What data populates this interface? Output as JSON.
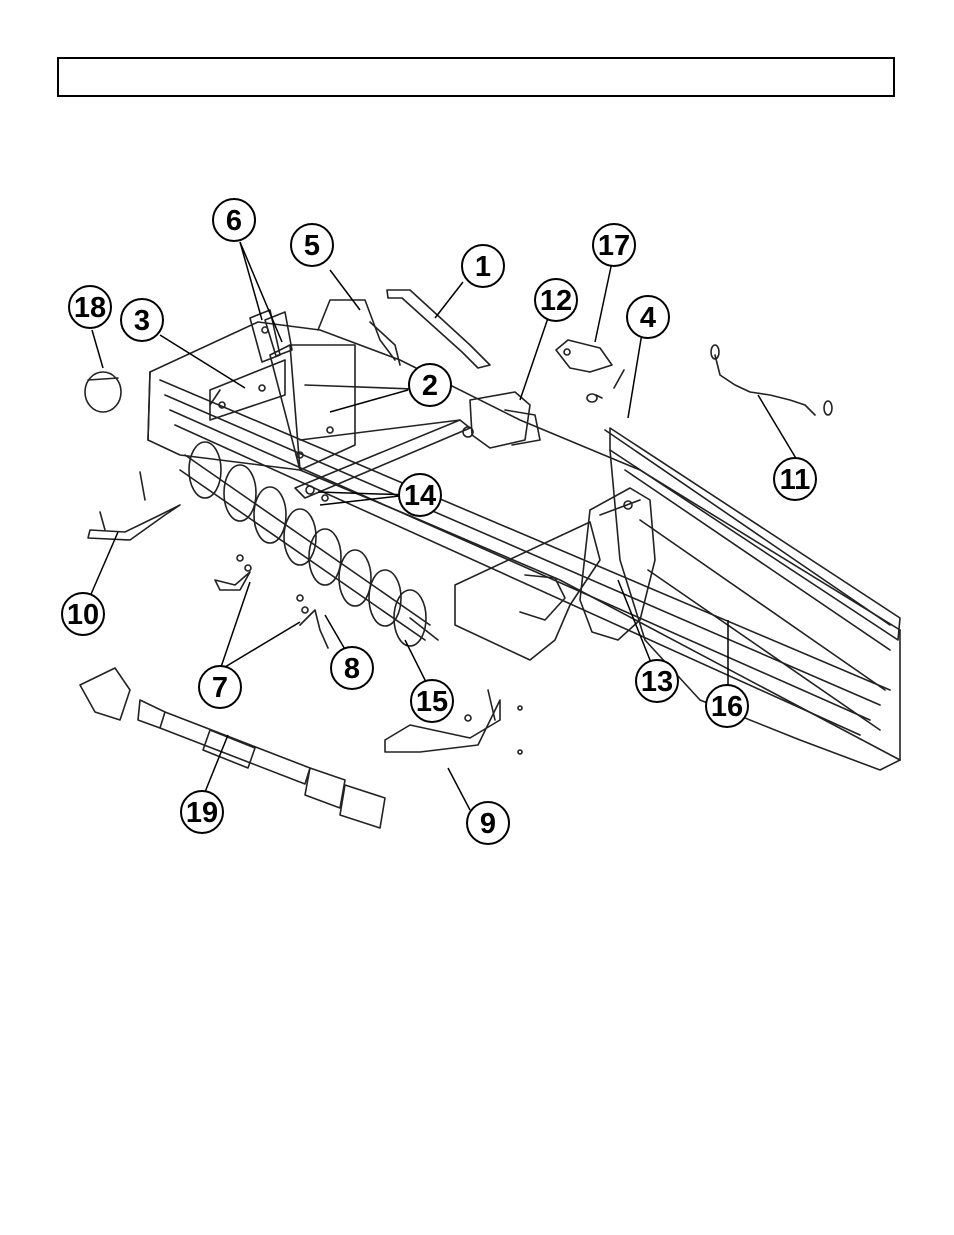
{
  "header": {
    "title": ""
  },
  "callouts": [
    {
      "id": "1",
      "label": "1"
    },
    {
      "id": "2",
      "label": "2"
    },
    {
      "id": "3",
      "label": "3"
    },
    {
      "id": "4",
      "label": "4"
    },
    {
      "id": "5",
      "label": "5"
    },
    {
      "id": "6",
      "label": "6"
    },
    {
      "id": "7",
      "label": "7"
    },
    {
      "id": "8",
      "label": "8"
    },
    {
      "id": "9",
      "label": "9"
    },
    {
      "id": "10",
      "label": "10"
    },
    {
      "id": "11",
      "label": "11"
    },
    {
      "id": "12",
      "label": "12"
    },
    {
      "id": "13",
      "label": "13"
    },
    {
      "id": "14",
      "label": "14"
    },
    {
      "id": "15",
      "label": "15"
    },
    {
      "id": "16",
      "label": "16"
    },
    {
      "id": "17",
      "label": "17"
    },
    {
      "id": "18",
      "label": "18"
    },
    {
      "id": "19",
      "label": "19"
    }
  ],
  "colors": {
    "ink": "#000000",
    "line": "#222222",
    "paper": "#ffffff"
  }
}
